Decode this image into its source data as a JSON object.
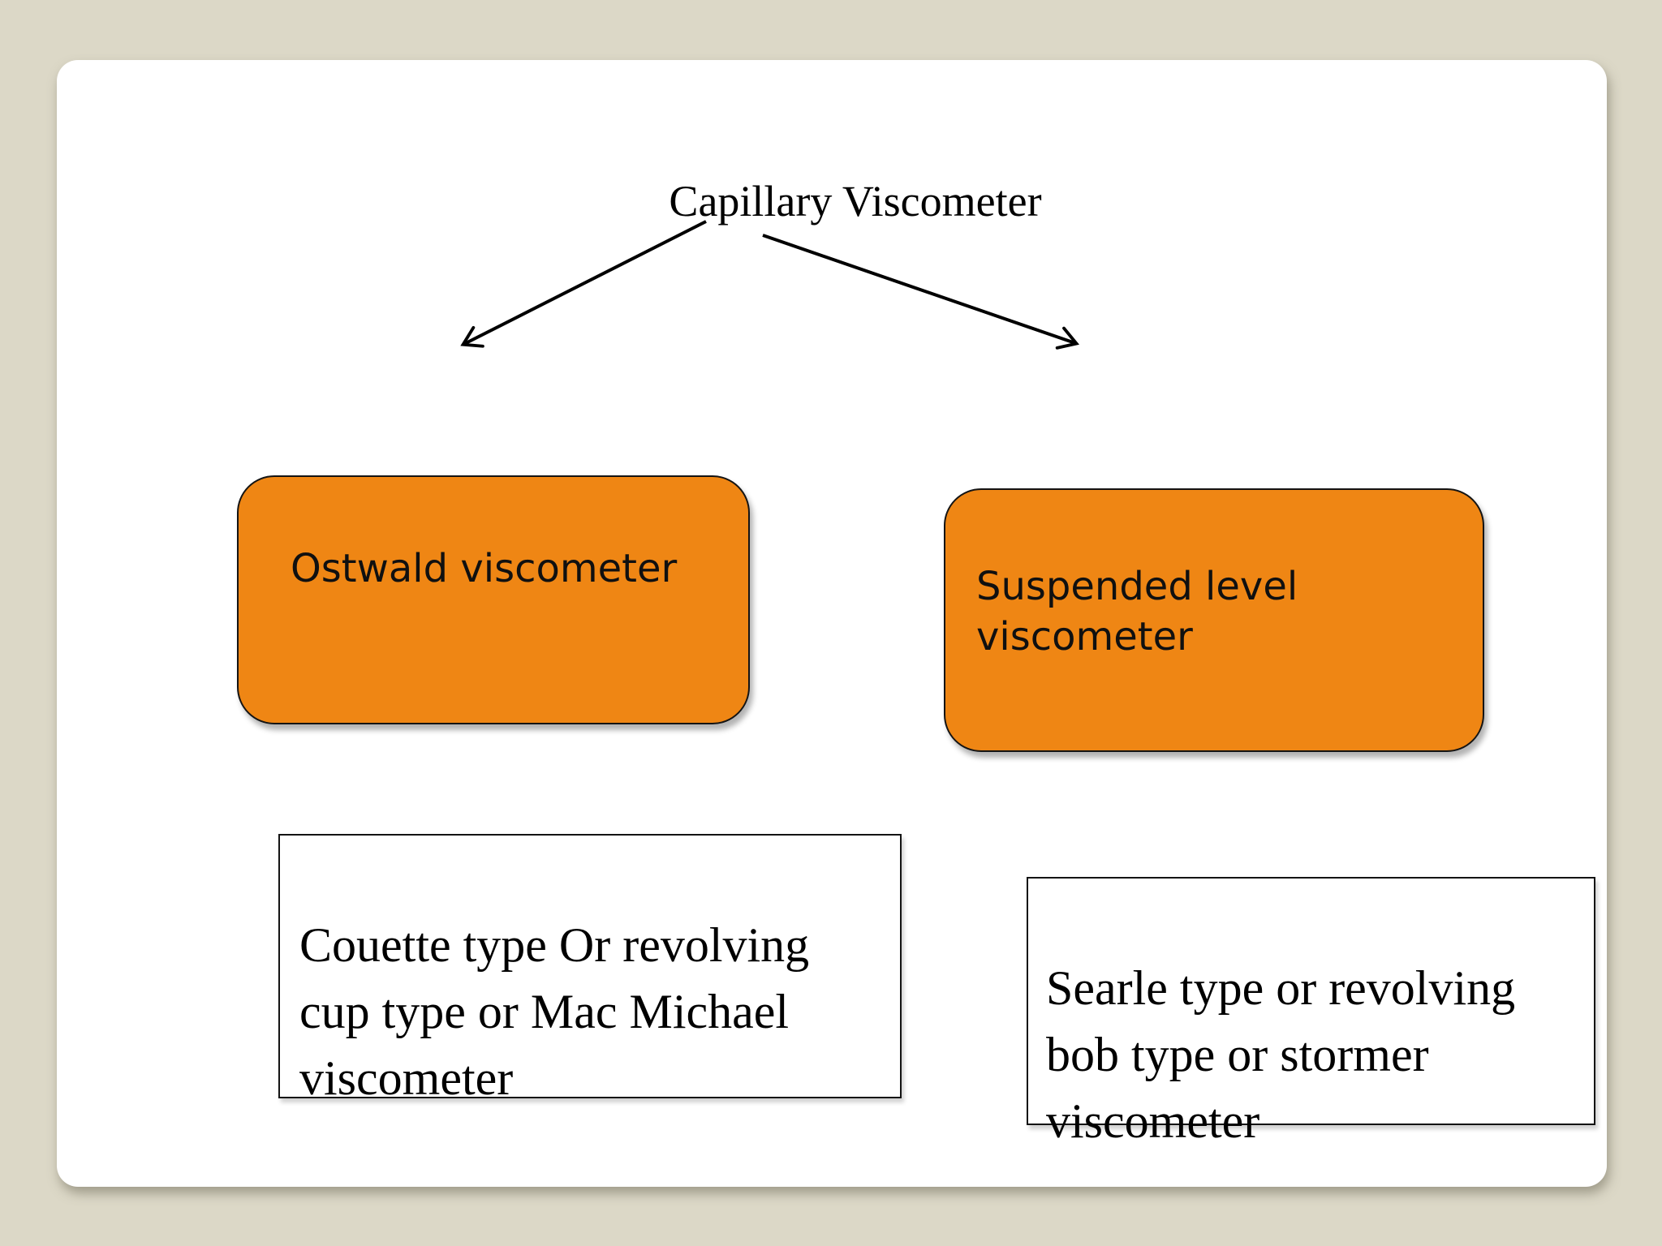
{
  "slide": {
    "title": "Capillary Viscometer",
    "nodes": [
      {
        "id": "ostwald",
        "label": "Ostwald viscometer"
      },
      {
        "id": "suspended",
        "label": "Suspended level\nviscometer"
      }
    ],
    "notes": [
      {
        "id": "couette",
        "text": "Couette type Or revolving\ncup type or Mac Michael\nviscometer"
      },
      {
        "id": "searle",
        "text": "Searle type or revolving\nbob type or stormer\nviscometer"
      }
    ],
    "connectors": [
      {
        "from": "title",
        "to": "ostwald"
      },
      {
        "from": "title",
        "to": "suspended"
      }
    ],
    "colors": {
      "page_background": "#DCD8C7",
      "slide_background": "#FFFFFF",
      "node_fill": "#EF8614",
      "node_border": "#141414",
      "note_border": "#141414",
      "text": "#000000"
    }
  }
}
